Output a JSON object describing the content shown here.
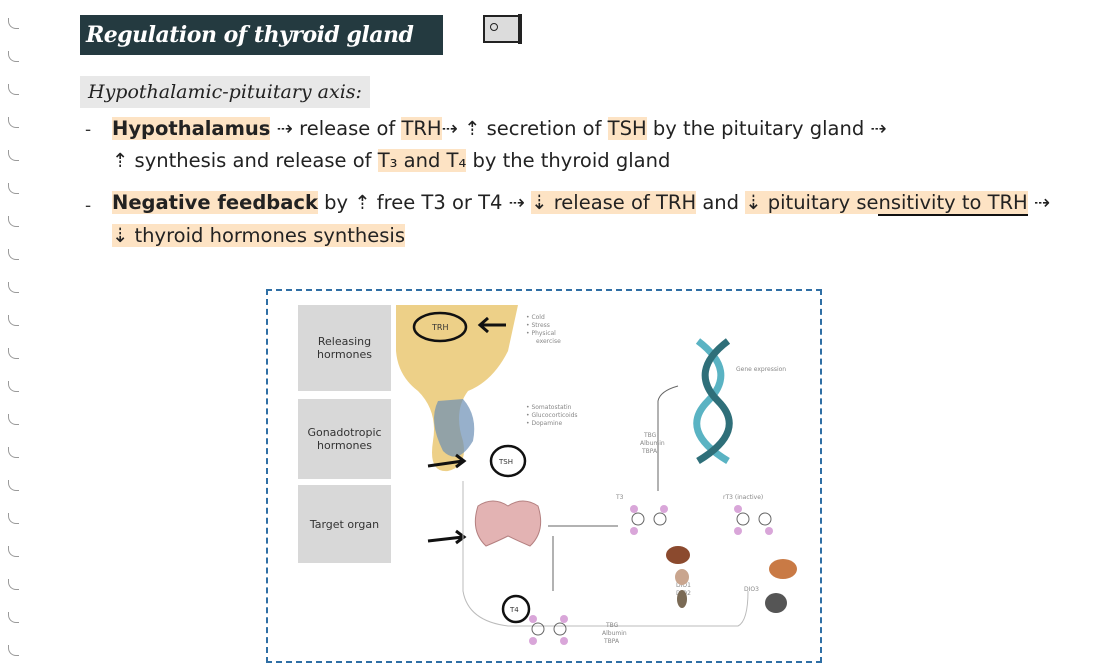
{
  "title": "Regulation of thyroid gland function:",
  "subtitle": "Hypothalamic-pituitary axis:",
  "bullet_mark": "-",
  "bullet1": {
    "line1": {
      "a": "Hypothalamus",
      "b": " ⇢ release of ",
      "c": "TRH",
      "d": "⇢ ⇡ secretion of ",
      "e": "TSH",
      "f": " by the pituitary gland ⇢"
    },
    "line2": {
      "a": "⇡ synthesis and release of ",
      "b": "T₃ and T₄",
      "c": " by the thyroid gland"
    }
  },
  "bullet2": {
    "line1": {
      "a": "Negative feedback",
      "b": " by ⇡ free T3 or T4 ⇢ ",
      "c": "⇣ release of TRH",
      "d": " and ",
      "e": "⇣ pituitary se",
      "f": "nsitivity to TRH",
      "g": " ⇢"
    },
    "line2": {
      "a": "⇣ thyroid hormones synthesis"
    }
  },
  "figure": {
    "panels": [
      "Releasing hormones",
      "Gonadotropic hormones",
      "Target organ"
    ],
    "labels": {
      "trh": "TRH",
      "tsh": "TSH",
      "t4": "T4",
      "t3": "T3",
      "stim1": "• Cold",
      "stim2": "• Stress",
      "stim3": "• Physical",
      "stim4": "exercise",
      "inh1": "• Somatostatin",
      "inh2": "• Glucocorticoids",
      "inh3": "• Dopamine",
      "gene": "Gene expression",
      "carrier1": "TBG",
      "carrier2": "Albumin",
      "carrier3": "TBPA",
      "carrier4": "TBG",
      "carrier5": "Albumin",
      "carrier6": "TBPA",
      "deiod1": "DIO1",
      "deiod2": "DIO2",
      "deiod3": "DIO3",
      "rt3": "rT3 (inactive)"
    }
  }
}
